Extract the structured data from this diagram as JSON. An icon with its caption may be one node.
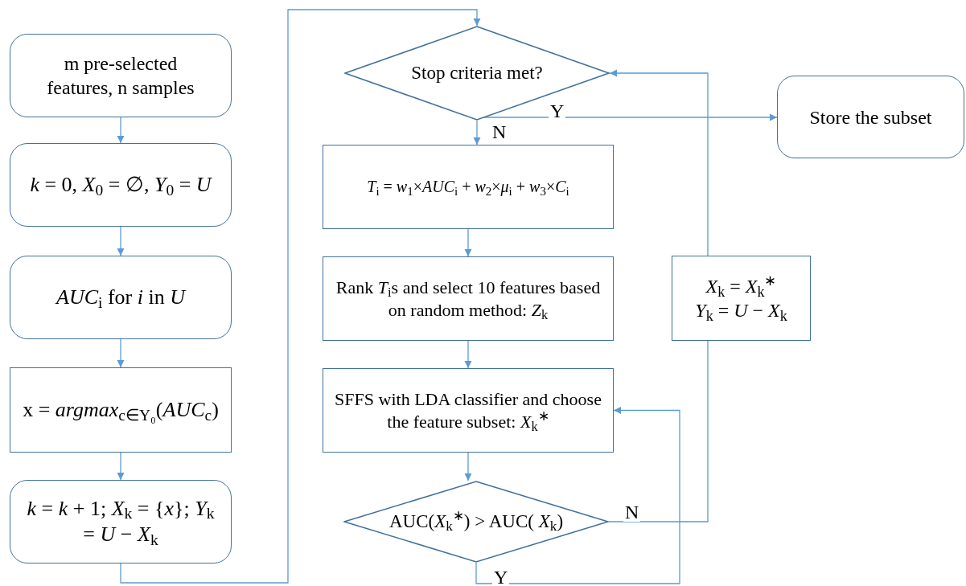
{
  "diagram": {
    "nodes": [
      {
        "text": [
          "m pre-selected features, n samples"
        ]
      },
      {
        "text": [
          "*k* = 0, *X*$_{0}$ = ∅, *Y*$_{0}$ = *U*"
        ]
      },
      {
        "text": [
          "*AUC*$_{i}$ for *i* in *U*"
        ]
      },
      {
        "text": [
          "x = *argmax*$_{c∈Y₀}$(*AUC*$_{c}$)"
        ]
      },
      {
        "text": [
          "*k* = *k* + 1; *X*$_{k}$ = {*x*}; *Y*$_{k}$ = *U* − *X*$_{k}$"
        ]
      },
      {
        "text": [
          "Stop criteria met?"
        ]
      },
      {
        "text": [
          "Store the subset"
        ]
      },
      {
        "text": [
          "*T*$_{i}$ = *w*$_{1}$×*AUC*$_{i}$ + *w*$_{2}$×*μ*$_{i}$ + *w*$_{3}$×*C*$_{i}$"
        ]
      },
      {
        "text": [
          "Rank *T*$_{i}$s and select 10 features based on random method: *Z*$_{k}$"
        ]
      },
      {
        "text": [
          "SFFS with LDA classifier and choose the feature subset: *X*$_{k}$$^{∗}$"
        ]
      },
      {
        "text": [
          "AUC(*X*$_{k}$$^{∗}$) > AUC( *X*$_{k}$)"
        ]
      },
      {
        "text": [
          "*X*$_{k}$ = *X*$_{k}$$^{∗}$",
          "*Y*$_{k}$ = *U* − *X*$_{k}$"
        ]
      }
    ],
    "edges": [
      {
        "from": 0,
        "to": 1,
        "arrow": "to"
      },
      {
        "from": 1,
        "to": 2,
        "arrow": "to"
      },
      {
        "from": 2,
        "to": 3,
        "arrow": "to"
      },
      {
        "from": 3,
        "to": 4,
        "arrow": "to"
      },
      {
        "from": 4,
        "to": 5,
        "arrow": "to"
      },
      {
        "from": 5,
        "to": 6,
        "arrow": "to",
        "label": "Y"
      },
      {
        "from": 5,
        "to": 7,
        "arrow": "to",
        "label": "N"
      },
      {
        "from": 7,
        "to": 8,
        "arrow": "to"
      },
      {
        "from": 8,
        "to": 9,
        "arrow": "to"
      },
      {
        "from": 9,
        "to": 10,
        "arrow": "to"
      },
      {
        "from": 10,
        "to": 11,
        "arrow": "none",
        "label": "N"
      },
      {
        "from": 11,
        "to": 5,
        "arrow": "to"
      },
      {
        "from": 10,
        "to": 9,
        "arrow": "to",
        "label": "Y"
      }
    ]
  }
}
